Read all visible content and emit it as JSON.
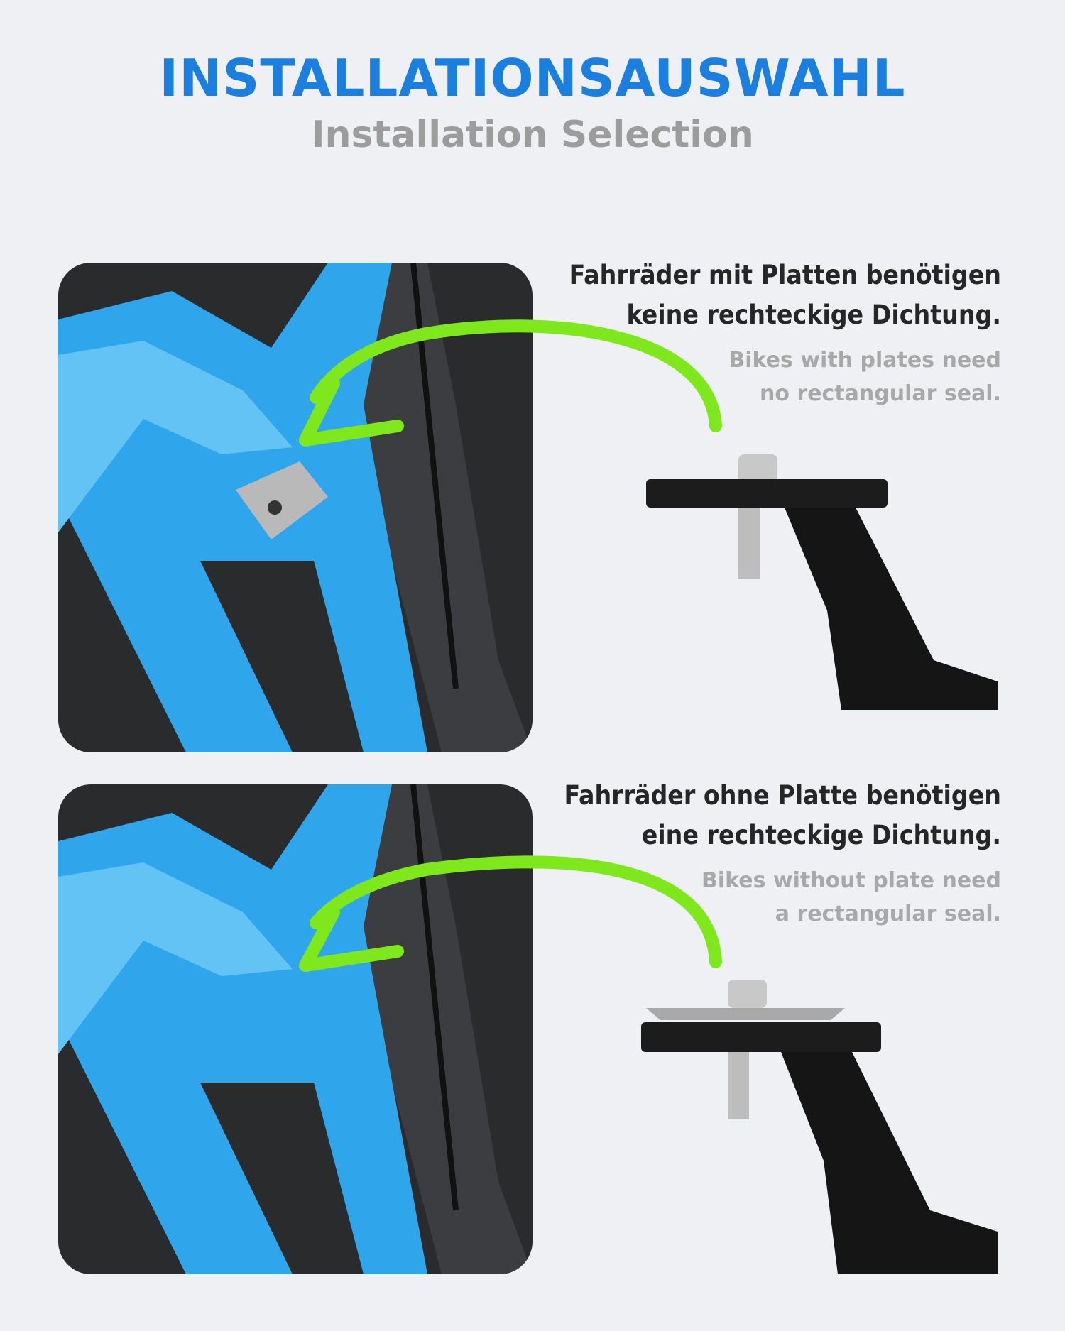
{
  "header": {
    "title": "INSTALLATIONSAUSWAHL",
    "subtitle": "Installation Selection"
  },
  "sections": [
    {
      "de_line1": "Fahrräder mit Platten benötigen",
      "de_line2": "keine rechteckige Dichtung.",
      "en_line1": "Bikes with plates need",
      "en_line2": "no rectangular seal."
    },
    {
      "de_line1": "Fahrräder ohne Platte benötigen",
      "de_line2": "eine rechteckige Dichtung.",
      "en_line1": "Bikes without plate need",
      "en_line2": "a rectangular seal."
    }
  ],
  "colors": {
    "title": "#1b7fe0",
    "arrow": "#7ee81c",
    "frame": "#2fa6ec"
  }
}
